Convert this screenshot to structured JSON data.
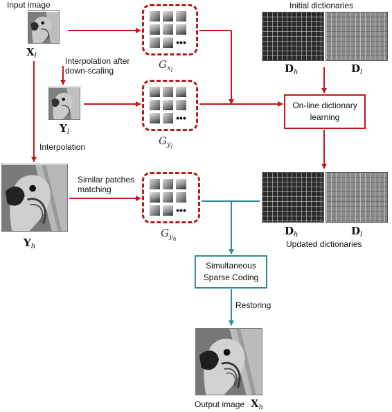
{
  "labels": {
    "input_image": "Input image",
    "interp_after_downscale": "Interpolation after\ndown-scaling",
    "interpolation": "Interpolation",
    "similar_patches": "Similar patches\nmatching",
    "initial_dictionaries": "Initial dictionaries",
    "updated_dictionaries": "Updated dictionaries",
    "restoring": "Restoring",
    "output_image": "Output image"
  },
  "math": {
    "X": "X",
    "Y": "Y",
    "G": "G",
    "D": "D",
    "sub_l": "l",
    "sub_h": "h",
    "sub_xl": "x",
    "sub_yl": "y",
    "sub_yh": "y",
    "sub_sub_l": "l",
    "sub_sub_h": "h"
  },
  "boxes": {
    "online_learning": "On-line dictionary\nlearning",
    "sparse_coding": "Simultaneous\nSparse Coding"
  },
  "patch_more": "•••",
  "colors": {
    "red": "#c21a1a",
    "teal": "#2f8a9c",
    "dashed": "#b01c1c"
  }
}
